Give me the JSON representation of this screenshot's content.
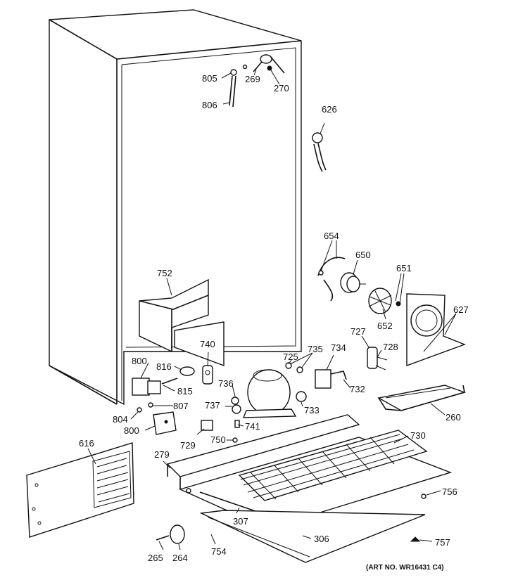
{
  "diagram": {
    "art_number": "(ART NO. WR16431 C4)",
    "callouts": {
      "c805": "805",
      "c806": "806",
      "c269": "269",
      "c270": "270",
      "c626": "626",
      "c654": "654",
      "c650": "650",
      "c651": "651",
      "c652": "652",
      "c627": "627",
      "c752": "752",
      "c727": "727",
      "c728": "728",
      "c740": "740",
      "c725": "725",
      "c735": "735",
      "c734": "734",
      "c800a": "800",
      "c816": "816",
      "c815": "815",
      "c736": "736",
      "c732": "732",
      "c807": "807",
      "c737": "737",
      "c733": "733",
      "c804": "804",
      "c800b": "800",
      "c741": "741",
      "c260": "260",
      "c616": "616",
      "c729": "729",
      "c750": "750",
      "c730": "730",
      "c279": "279",
      "c756": "756",
      "c307": "307",
      "c306": "306",
      "c757": "757",
      "c265": "265",
      "c264": "264",
      "c754": "754"
    }
  }
}
